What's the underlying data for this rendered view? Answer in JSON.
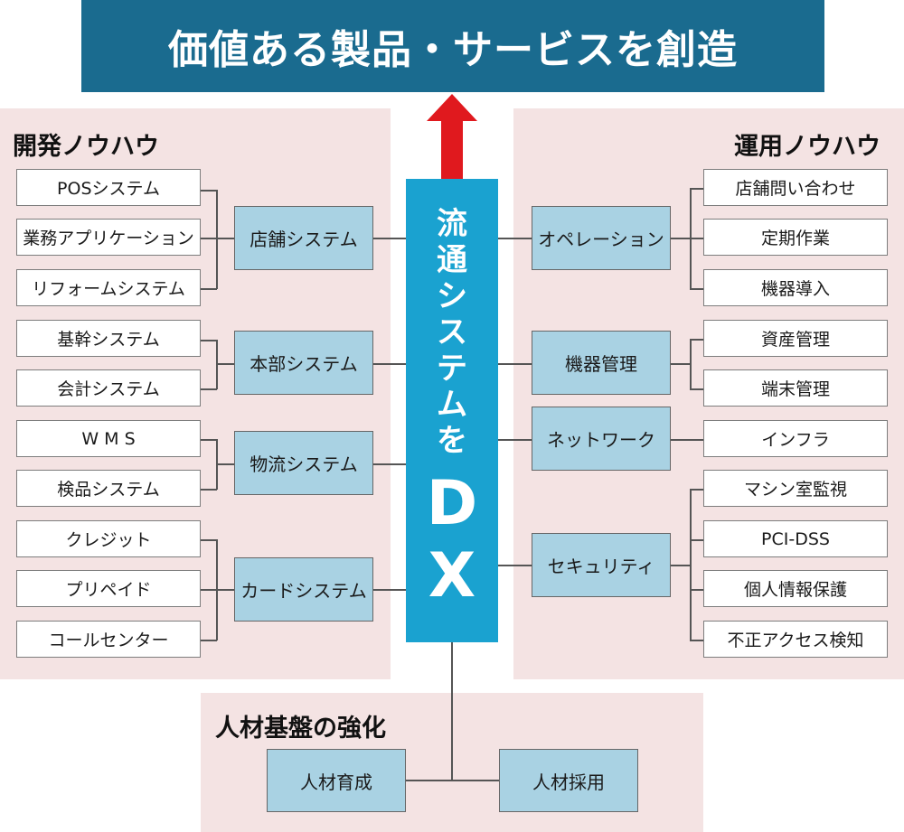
{
  "title": "価値ある製品・サービスを創造",
  "center": {
    "vertical_text": [
      "流",
      "通",
      "シ",
      "ス",
      "テ",
      "ム",
      "を"
    ],
    "dx": [
      "D",
      "X"
    ]
  },
  "left_panel": {
    "heading": "開発ノウハウ",
    "groups": [
      {
        "label": "店舗システム",
        "items": [
          "POSシステム",
          "業務アプリケーション",
          "リフォームシステム"
        ]
      },
      {
        "label": "本部システム",
        "items": [
          "基幹システム",
          "会計システム"
        ]
      },
      {
        "label": "物流システム",
        "items": [
          "W M S",
          "検品システム"
        ]
      },
      {
        "label": "カードシステム",
        "items": [
          "クレジット",
          "プリペイド",
          "コールセンター"
        ]
      }
    ]
  },
  "right_panel": {
    "heading": "運用ノウハウ",
    "groups": [
      {
        "label": "オペレーション",
        "items": [
          "店舗問い合わせ",
          "定期作業",
          "機器導入"
        ]
      },
      {
        "label": "機器管理",
        "items": [
          "資産管理",
          "端末管理"
        ]
      },
      {
        "label": "ネットワーク",
        "items": [
          "インフラ"
        ]
      },
      {
        "label": "セキュリティ",
        "items": [
          "マシン室監視",
          "PCI-DSS",
          "個人情報保護",
          "不正アクセス検知"
        ]
      }
    ]
  },
  "bottom_panel": {
    "heading": "人材基盤の強化",
    "items": [
      "人材育成",
      "人材採用"
    ]
  },
  "colors": {
    "title_bg": "#1a6b8f",
    "center_bg": "#1aa2d0",
    "panel_bg": "#f4e3e3",
    "mid_box": "#a9d2e3",
    "arrow": "#e0191e"
  }
}
